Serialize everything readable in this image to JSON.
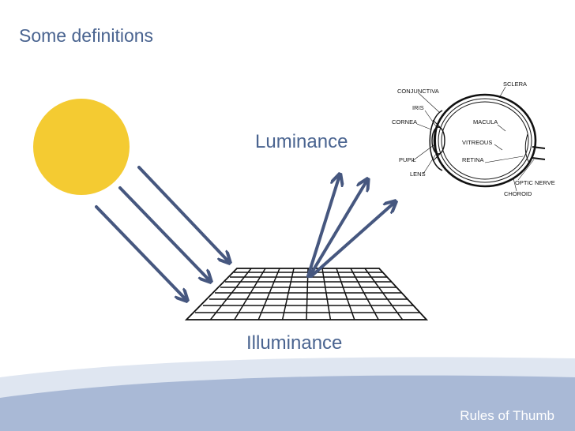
{
  "slide": {
    "title": "Some definitions",
    "footer": "Rules of Thumb"
  },
  "diagram": {
    "luminance_label": "Luminance",
    "illuminance_label": "Illuminance",
    "eye_labels": {
      "conjunctiva": "CONJUNCTIVA",
      "sclera": "SCLERA",
      "iris": "IRIS",
      "cornea": "CORNEA",
      "macula": "MACULA",
      "vitreous": "VITREOUS",
      "pupil": "PUPIL",
      "retina": "RETINA",
      "lens": "LENS",
      "optic_nerve": "OPTIC NERVE",
      "choroid": "CHOROID"
    }
  },
  "colors": {
    "sun": "#f4cb32",
    "arrow": "#46577f",
    "title": "#4a6490",
    "footer_band": "#a9b9d6",
    "footer_band_light": "#dfe6f1"
  }
}
